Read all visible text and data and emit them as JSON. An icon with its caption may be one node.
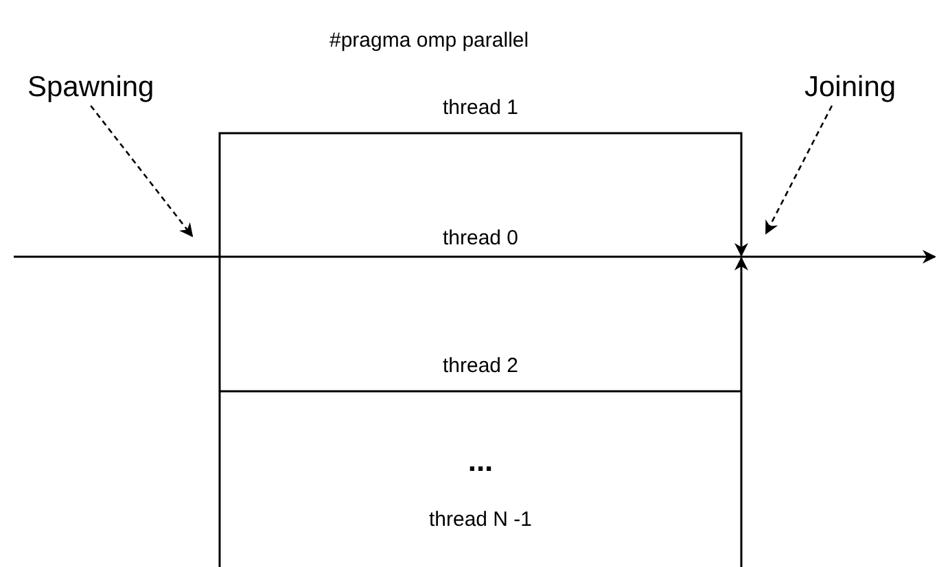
{
  "diagram": {
    "nodes": [
      {
        "text": [
          "Spawning"
        ]
      },
      {
        "text": [
          "Joining"
        ]
      }
    ],
    "edges": [
      {
        "from": 0,
        "to": null,
        "arrow": "to",
        "style": "dashed"
      },
      {
        "from": 1,
        "to": null,
        "arrow": "to",
        "style": "dashed"
      }
    ],
    "labels": [
      "#pragma omp parallel",
      "thread 1",
      "thread 0",
      "thread 2",
      "...",
      "thread N -1"
    ]
  }
}
